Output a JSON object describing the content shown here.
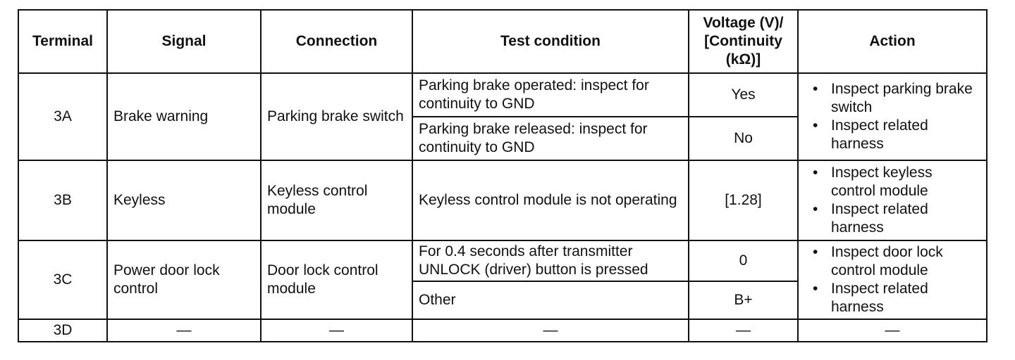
{
  "headers": {
    "terminal": "Terminal",
    "signal": "Signal",
    "connection": "Connection",
    "test_condition": "Test condition",
    "voltage_line1": "Voltage (V)/",
    "voltage_line2": "[Continuity",
    "voltage_line3": "(kΩ)]",
    "action": "Action"
  },
  "rows": {
    "r3a": {
      "terminal": "3A",
      "signal": "Brake warning",
      "connection": "Parking brake switch",
      "condition1": "Parking brake operated: inspect for continuity to GND",
      "value1": "Yes",
      "condition2": "Parking brake released: inspect for continuity to GND",
      "value2": "No",
      "actions": [
        "Inspect parking brake switch",
        "Inspect related harness"
      ]
    },
    "r3b": {
      "terminal": "3B",
      "signal": "Keyless",
      "connection": "Keyless control module",
      "condition1": "Keyless control module is not operating",
      "value1": "[1.28]",
      "actions": [
        "Inspect keyless control module",
        "Inspect related harness"
      ]
    },
    "r3c": {
      "terminal": "3C",
      "signal": "Power door lock control",
      "connection": "Door lock control module",
      "condition1": "For 0.4 seconds after transmitter UNLOCK (driver) button is pressed",
      "value1": "0",
      "condition2": "Other",
      "value2": "B+",
      "actions": [
        "Inspect door lock control module",
        "Inspect related harness"
      ]
    },
    "r3d": {
      "terminal": "3D",
      "signal": "—",
      "connection": "—",
      "condition": "—",
      "value": "—",
      "action": "—"
    }
  }
}
